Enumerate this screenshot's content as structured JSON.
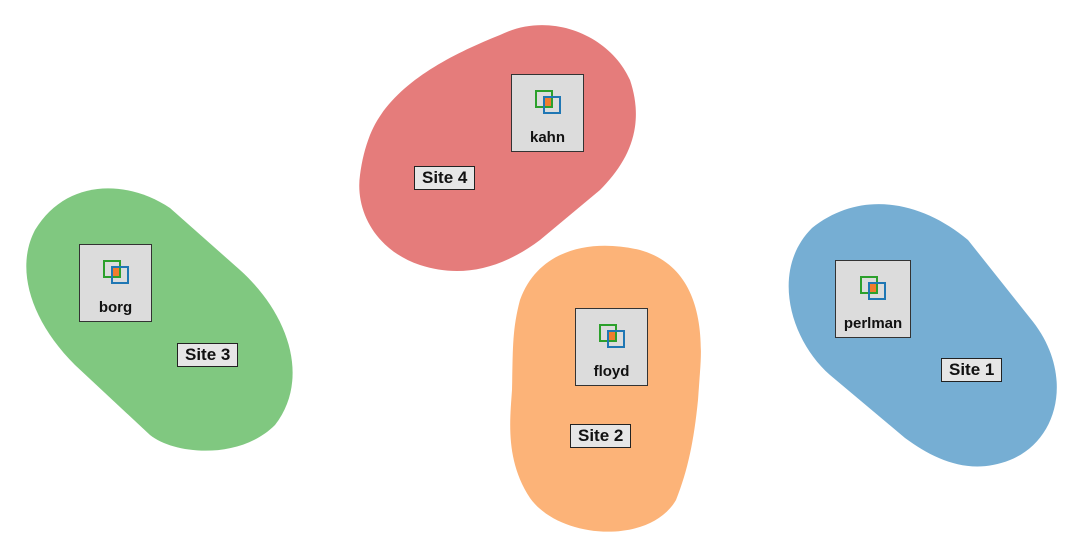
{
  "colors": {
    "site1": "#76aed3",
    "site2": "#fcb378",
    "site3": "#80c880",
    "site4": "#e57c7b",
    "node_fill": "#dcdcdc",
    "icon_green": "#2ca02c",
    "icon_blue": "#1f77b4",
    "icon_orange": "#f07c2e"
  },
  "sites": [
    {
      "label": "Site 1",
      "color_key": "site1"
    },
    {
      "label": "Site 2",
      "color_key": "site2"
    },
    {
      "label": "Site 3",
      "color_key": "site3"
    },
    {
      "label": "Site 4",
      "color_key": "site4"
    }
  ],
  "nodes": [
    {
      "name": "perlman",
      "icon": "node-windows-icon"
    },
    {
      "name": "floyd",
      "icon": "node-windows-icon"
    },
    {
      "name": "borg",
      "icon": "node-windows-icon"
    },
    {
      "name": "kahn",
      "icon": "node-windows-icon"
    }
  ]
}
